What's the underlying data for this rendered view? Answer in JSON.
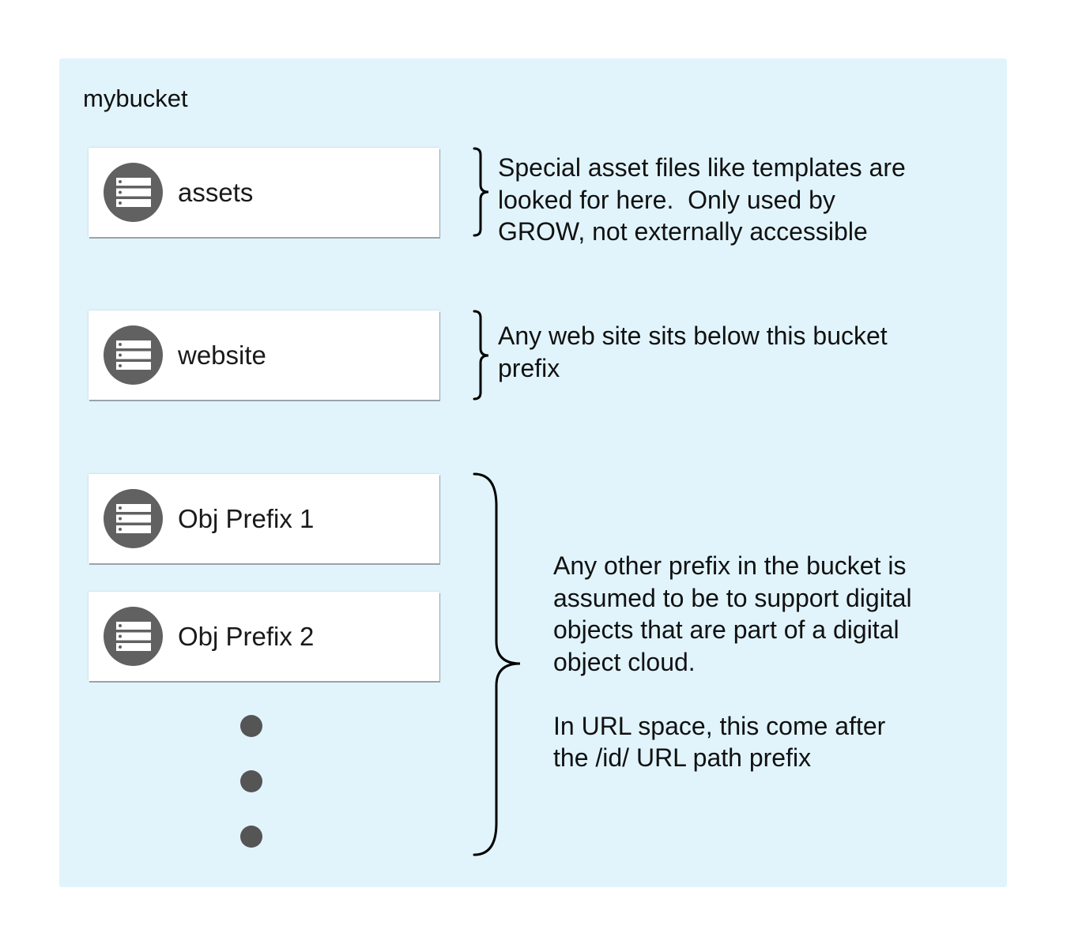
{
  "bucket": {
    "name": "mybucket"
  },
  "prefixes": [
    {
      "label": "assets",
      "icon": "storage-icon"
    },
    {
      "label": "website",
      "icon": "storage-icon"
    },
    {
      "label": "Obj Prefix 1",
      "icon": "storage-icon"
    },
    {
      "label": "Obj Prefix 2",
      "icon": "storage-icon"
    }
  ],
  "notes": {
    "assets": [
      "Special asset files like templates are",
      "looked for here.  Only used by",
      "GROW, not externally accessible"
    ],
    "website": [
      "Any web site sits below this bucket",
      "prefix"
    ],
    "objects": {
      "paragraph1": [
        "Any other prefix in the bucket is",
        "assumed to be to support digital",
        "objects that are part of a digital",
        "object cloud."
      ],
      "paragraph2": [
        "In URL space, this come after",
        "the /id/ URL path prefix"
      ]
    }
  },
  "colors": {
    "panel_background": "#e1f4fc",
    "icon_circle": "#616161",
    "ellipsis_dot": "#555555"
  }
}
